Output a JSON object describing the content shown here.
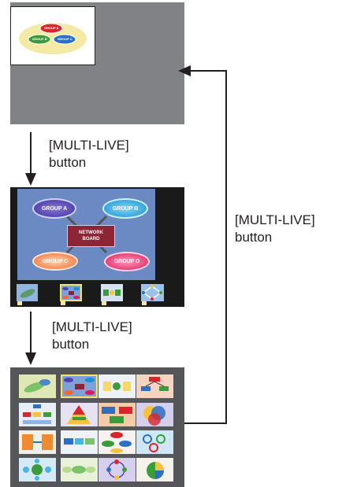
{
  "step_label": {
    "line1": "[MULTI-LIVE]",
    "line2": "button"
  },
  "inset_groups": [
    "GROUP A",
    "GROUP B",
    "GROUP C"
  ],
  "network": {
    "center_line1": "NETWORK",
    "center_line2": "BOARD",
    "groups": [
      "GROUP A",
      "GROUP B",
      "GROUP C",
      "GROUP D"
    ]
  },
  "colors": {
    "frame_gray": "#808285",
    "blue_bg": "#6b8ac4",
    "arrow": "#231f20",
    "grid_bg": "#555659"
  }
}
